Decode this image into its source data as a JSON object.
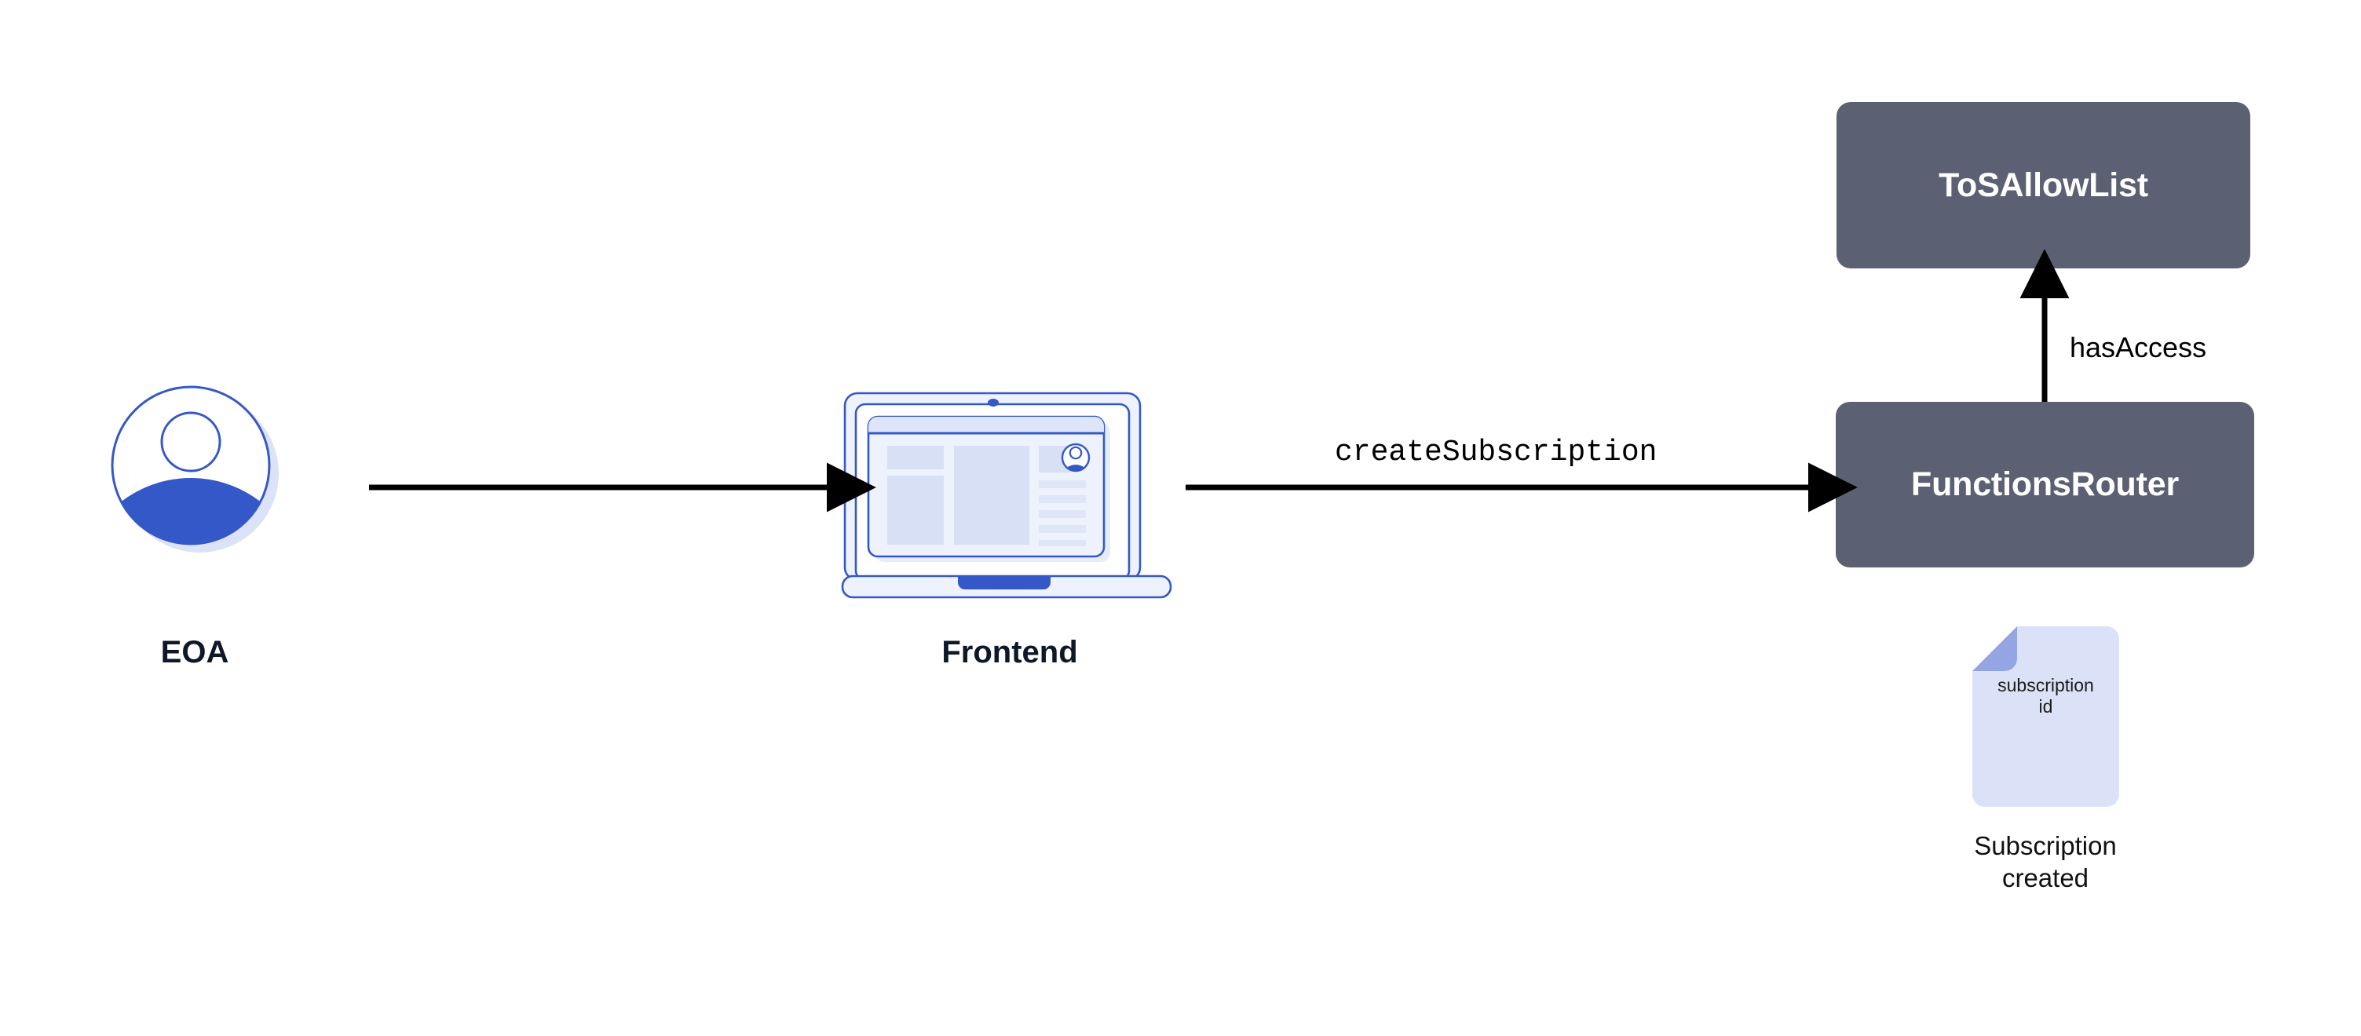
{
  "diagram": {
    "title": "Chainlink Functions subscription creation flow",
    "background_color": "#ffffff",
    "node_fill": "#5b6072",
    "node_text_color": "#ffffff",
    "caption_color": "#0f1829",
    "accent_blue": "#3558c8",
    "light_blue": "#dae1f7",
    "fold_blue": "#94a5e5",
    "edge_color": "#000000"
  },
  "nodes": {
    "eoa": {
      "label": "EOA",
      "icon": "user-avatar-icon"
    },
    "frontend": {
      "label": "Frontend",
      "icon": "laptop-icon"
    },
    "tos_allow_list": {
      "label": "ToSAllowList",
      "shape": "rounded-rect"
    },
    "functions_router": {
      "label": "FunctionsRouter",
      "shape": "rounded-rect"
    },
    "subscription_doc": {
      "inner_line_1": "subscription",
      "inner_line_2": "id",
      "caption_line_1": "Subscription",
      "caption_line_2": "created",
      "icon": "document-icon"
    }
  },
  "edges": [
    {
      "id": "eoa-to-frontend",
      "from": "eoa",
      "to": "frontend",
      "label": "",
      "direction": "right"
    },
    {
      "id": "frontend-to-functions-router",
      "from": "frontend",
      "to": "functions_router",
      "label": "createSubscription",
      "direction": "right",
      "label_font": "monospace"
    },
    {
      "id": "functions-router-to-tos-allow-list",
      "from": "functions_router",
      "to": "tos_allow_list",
      "label": "hasAccess",
      "direction": "up",
      "label_font": "sans-serif"
    }
  ]
}
